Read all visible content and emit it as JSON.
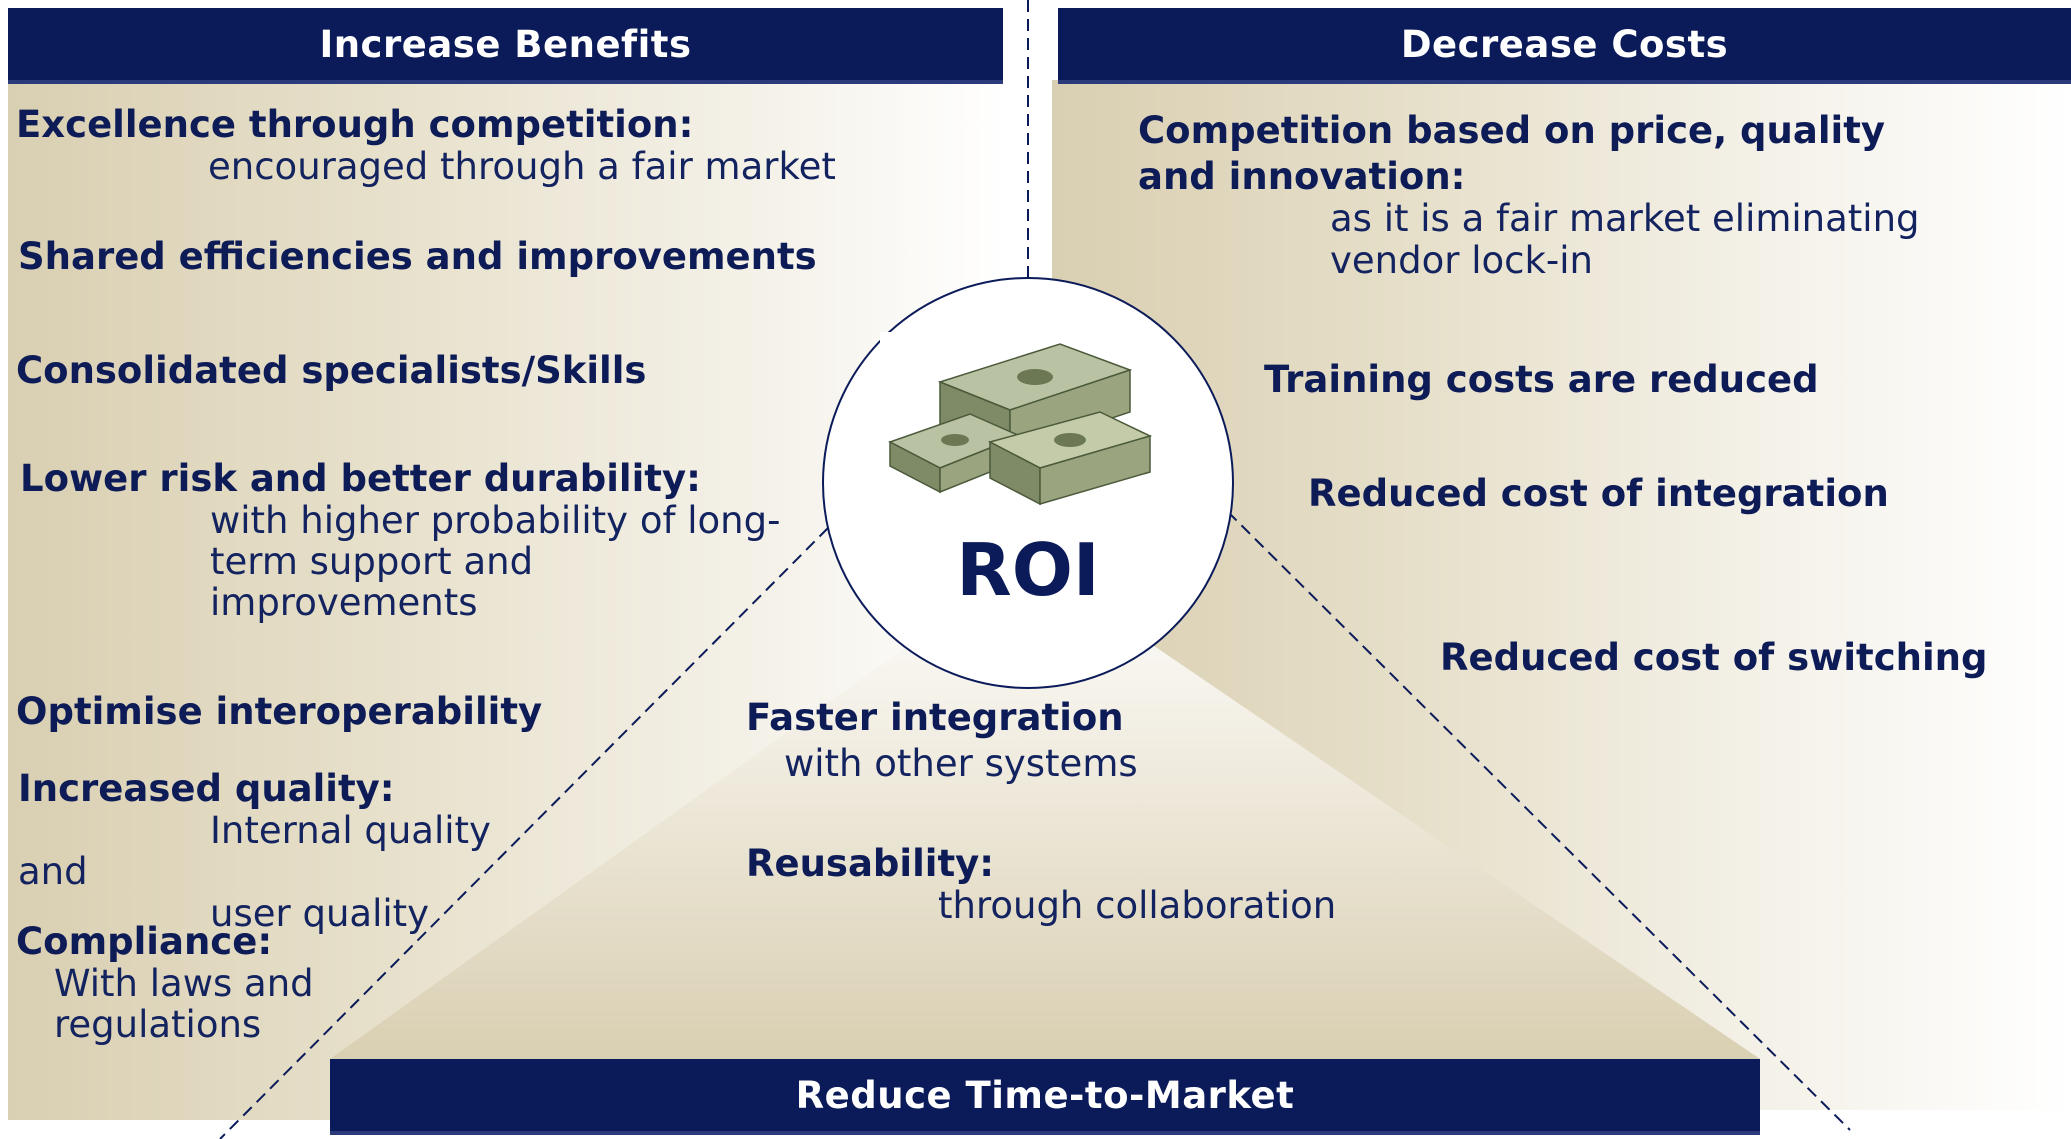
{
  "roi_label": "ROI",
  "left": {
    "title": "Increase Benefits",
    "items": [
      {
        "heading": "Excellence through competition:",
        "detail": "encouraged through a fair market"
      },
      {
        "heading": "Shared efficiencies and improvements"
      },
      {
        "heading": "Consolidated specialists/Skills"
      },
      {
        "heading": "Lower risk and better durability:",
        "detail_lines": [
          "with higher probability of long-",
          "term support and",
          "improvements"
        ]
      },
      {
        "heading": "Optimise interoperability"
      },
      {
        "heading": "Increased quality:",
        "detail_lines": [
          "Internal quality",
          "and",
          "user quality"
        ]
      },
      {
        "heading": "Compliance:",
        "detail_lines": [
          "With laws and",
          "regulations"
        ]
      }
    ]
  },
  "right": {
    "title": "Decrease Costs",
    "items": [
      {
        "heading_lines": [
          "Competition based on price, quality",
          "and innovation:"
        ],
        "detail_lines": [
          "as it is a fair market eliminating",
          "vendor lock-in"
        ]
      },
      {
        "heading": "Training costs are reduced"
      },
      {
        "heading": "Reduced cost of integration"
      },
      {
        "heading": "Reduced cost of switching"
      }
    ]
  },
  "bottom": {
    "title": "Reduce Time-to-Market",
    "items": [
      {
        "heading": "Faster integration",
        "detail": "with other systems"
      },
      {
        "heading": "Reusability:",
        "detail": "through collaboration"
      }
    ]
  },
  "colors": {
    "navy": "#0b1b5a",
    "beige": "#d9cfb2",
    "text": "#0d1b57"
  },
  "icons": [
    "money-stack-icon"
  ]
}
